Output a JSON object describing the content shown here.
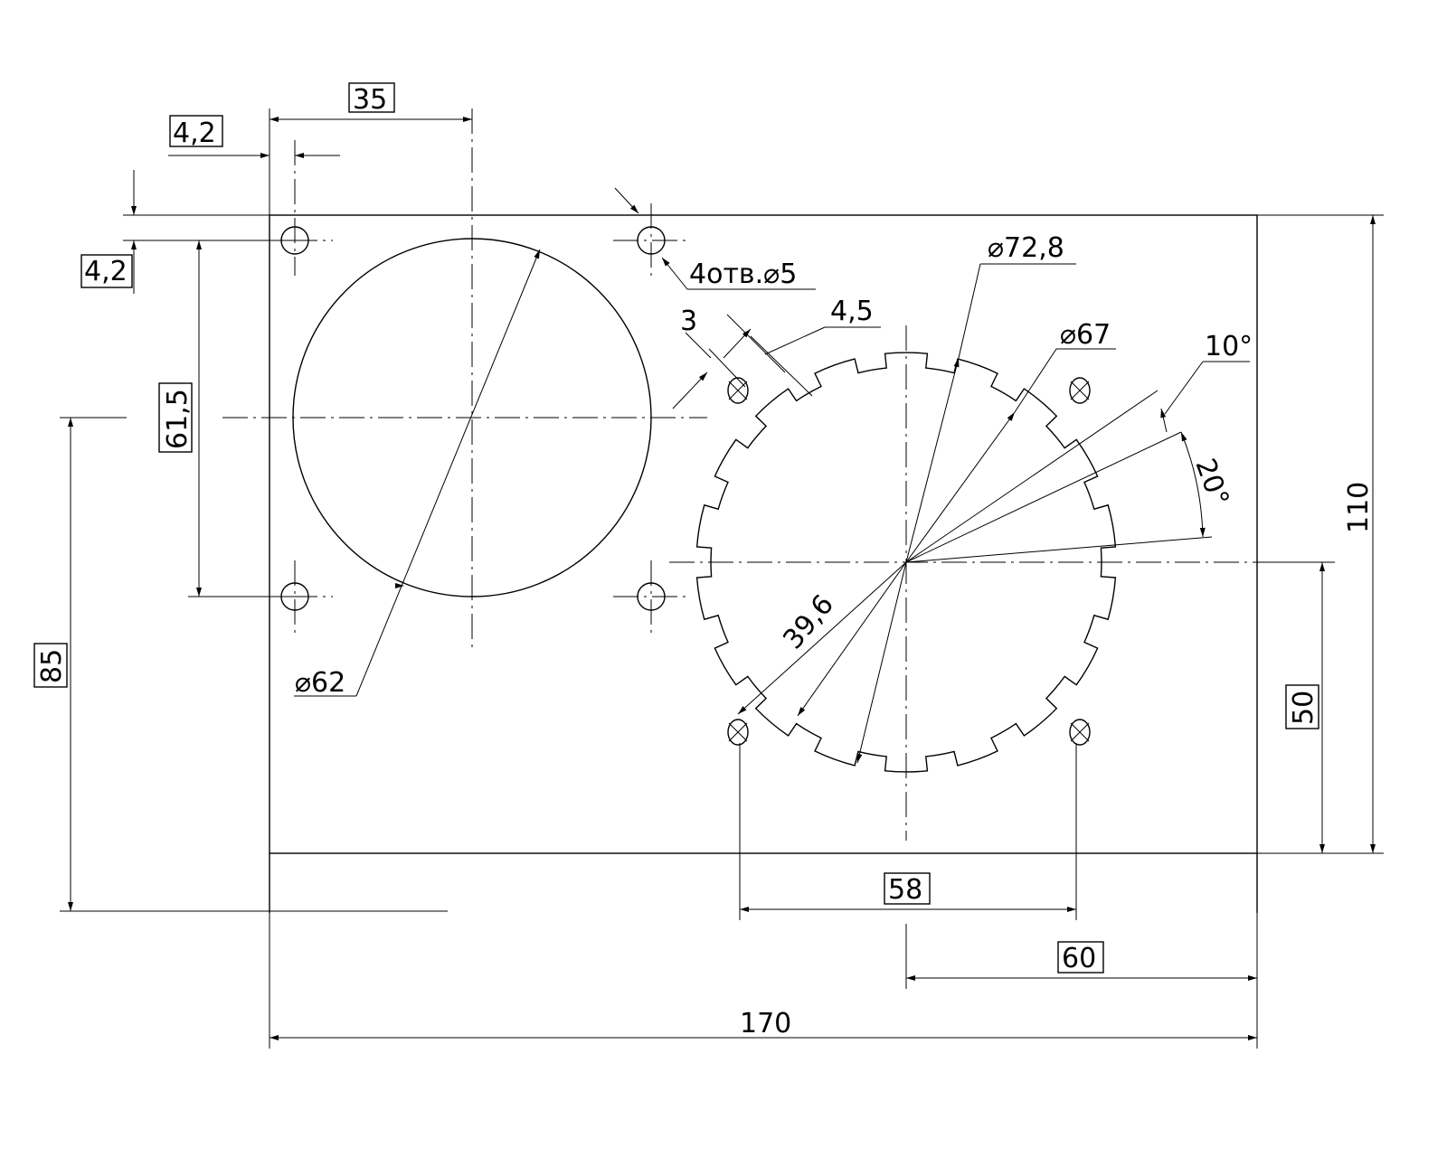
{
  "dims": {
    "plate_width": "170",
    "plate_height": "110",
    "left_offset_x": "35",
    "hole_offset_x": "4,2",
    "hole_offset_y": "4,2",
    "hole_spacing_y": "61,5",
    "center_height": "85",
    "circle_left_diameter": "⌀62",
    "holes_note": "4отв.⌀5",
    "slot_width": "3",
    "slot_depth": "4,5",
    "outer_diameter": "⌀72,8",
    "inner_diameter": "⌀67",
    "angle_small": "10°",
    "angle_large": "20°",
    "bolt_radius": "39,6",
    "right_center_height": "50",
    "bolt_spacing": "58",
    "right_center_offset": "60"
  },
  "colors": {
    "line": "#000000",
    "background": "#ffffff"
  }
}
